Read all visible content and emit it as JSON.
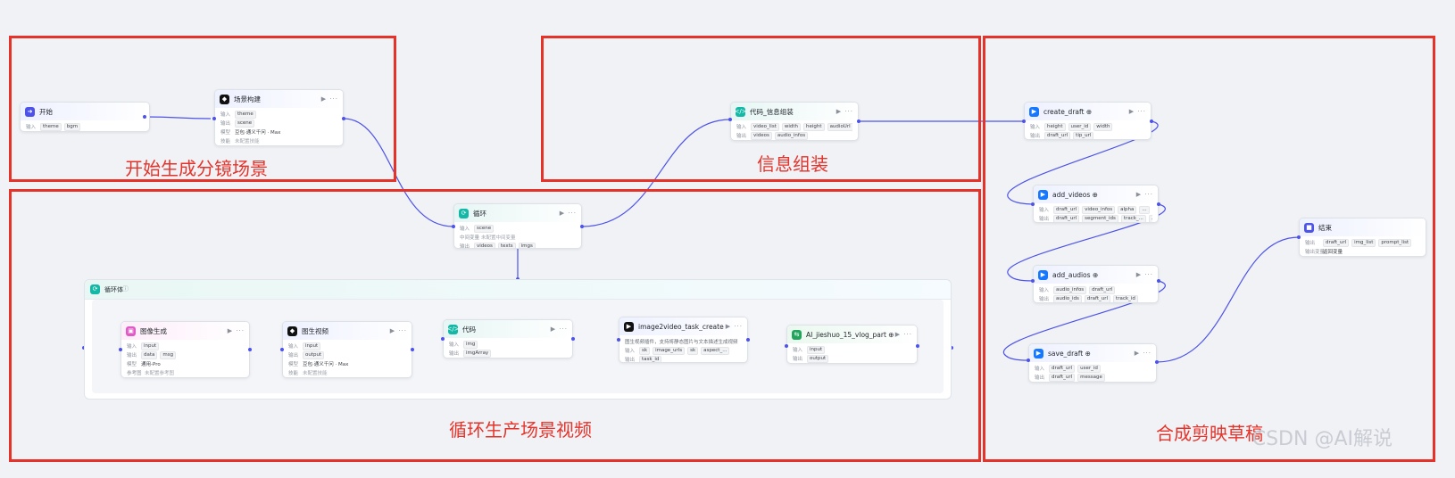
{
  "groups": {
    "g1": "开始生成分镜场景",
    "g2": "信息组装",
    "g3": "循环生产场景视频",
    "g4": "合成剪映草稿"
  },
  "loop_body_label": "循环体",
  "nodes": {
    "start": {
      "title": "开始",
      "r1_label": "输入",
      "r1_tags": [
        "theme",
        "bgm"
      ]
    },
    "scene": {
      "title": "场景构建",
      "controls": "▶ ···",
      "r1_label": "输入",
      "r1_tags": [
        "theme"
      ],
      "r2_label": "输出",
      "r2_tags": [
        "scene"
      ],
      "r3_label": "模型",
      "r3_value": "豆包·通义千问 · Max",
      "r4_label": "技能",
      "r4_value": "未配置技能"
    },
    "loop": {
      "title": "循环",
      "controls": "▶ ···",
      "r1_label": "输入",
      "r1_tags": [
        "scene"
      ],
      "r2_label": "中间变量",
      "r2_value": "未配置中间变量",
      "r3_label": "输出",
      "r3_tags": [
        "videos",
        "texts",
        "imgs"
      ]
    },
    "code_info": {
      "title": "代码_信息组装",
      "controls": "▶ ···",
      "r1_label": "输入",
      "r1_tags": [
        "video_list",
        "width",
        "height",
        "audioUrl"
      ],
      "r2_label": "输出",
      "r2_tags": [
        "videos",
        "audio_infos"
      ]
    },
    "img_gen": {
      "title": "图像生成",
      "controls": "▶ ···",
      "r1_label": "输入",
      "r1_tags": [
        "input"
      ],
      "r2_label": "输出",
      "r2_tags": [
        "data",
        "msg"
      ],
      "r3_label": "模型",
      "r3_value": "通用-Pro",
      "r4_label": "参考图",
      "r4_value": "未配置参考图"
    },
    "video_gen": {
      "title": "图生视频",
      "controls": "▶ ···",
      "r1_label": "输入",
      "r1_tags": [
        "input"
      ],
      "r2_label": "输出",
      "r2_tags": [
        "output"
      ],
      "r3_label": "模型",
      "r3_value": "豆包·通义千问 · Max",
      "r4_label": "技能",
      "r4_value": "未配置技能"
    },
    "code": {
      "title": "代码",
      "controls": "▶ ···",
      "r1_label": "输入",
      "r1_tags": [
        "img"
      ],
      "r2_label": "输出",
      "r2_tags": [
        "imgArray"
      ]
    },
    "i2v": {
      "title": "image2video_task_create ⊕",
      "controls": "▶ ···",
      "desc": "图生视频插件，支持将静态图片与文本描述生成视频",
      "r1_label": "输入",
      "r1_tags": [
        "sk",
        "image_urls",
        "sk",
        "aspect_..."
      ],
      "r2_label": "输出",
      "r2_tags": [
        "task_id"
      ]
    },
    "ai_vlog": {
      "title": "AI_jieshuo_15_vlog_part ⊕ ⊕",
      "controls": "▶ ···",
      "r1_label": "输入",
      "r1_tags": [
        "input"
      ],
      "r2_label": "输出",
      "r2_tags": [
        "output"
      ]
    },
    "create_draft": {
      "title": "create_draft ⊕",
      "controls": "▶ ···",
      "r1_label": "输入",
      "r1_tags": [
        "height",
        "user_id",
        "width"
      ],
      "r2_label": "输出",
      "r2_tags": [
        "draft_url",
        "tip_url"
      ]
    },
    "add_videos": {
      "title": "add_videos ⊕",
      "controls": "▶ ···",
      "r1_label": "输入",
      "r1_tags": [
        "draft_url",
        "video_infos",
        "alpha",
        "..."
      ],
      "r2_label": "输出",
      "r2_tags": [
        "draft_url",
        "segment_ids",
        "track_...",
        "..."
      ]
    },
    "add_audios": {
      "title": "add_audios ⊕",
      "controls": "▶ ···",
      "r1_label": "输入",
      "r1_tags": [
        "audio_infos",
        "draft_url"
      ],
      "r2_label": "输出",
      "r2_tags": [
        "audio_ids",
        "draft_url",
        "track_id"
      ]
    },
    "save_draft": {
      "title": "save_draft ⊕",
      "controls": "▶ ···",
      "r1_label": "输入",
      "r1_tags": [
        "draft_url",
        "user_id"
      ],
      "r2_label": "输出",
      "r2_tags": [
        "draft_url",
        "message"
      ]
    },
    "end": {
      "title": "结束",
      "r1_label": "输出",
      "r1_tags": [
        "draft_url",
        "img_list",
        "prompt_list"
      ],
      "r2_label": "输出变量",
      "r2_value": "返回变量"
    }
  },
  "watermark": "CSDN @AI解说",
  "colors": {
    "frame": "#e5332a",
    "edge": "#4d53e8",
    "canvas": "#f1f2f6"
  }
}
